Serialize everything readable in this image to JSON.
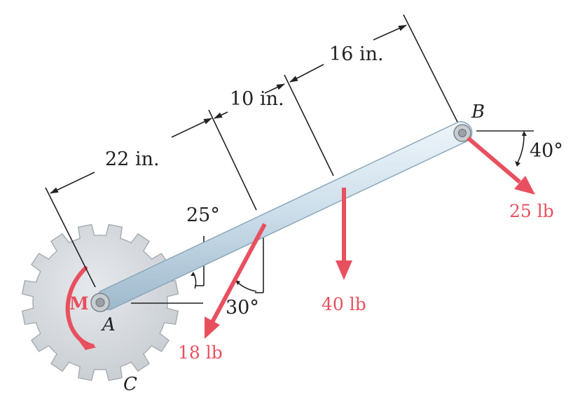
{
  "dimensions": {
    "seg1": "22 in.",
    "seg2": "10 in.",
    "seg3": "16 in."
  },
  "angles": {
    "a25": "25°",
    "a30": "30°",
    "a40": "40°"
  },
  "forces": {
    "f18": "18 lb",
    "f40": "40 lb",
    "f25": "25 lb"
  },
  "points": {
    "A": "A",
    "B": "B",
    "C": "C"
  },
  "moment_label": "M",
  "colors": {
    "force": "#e8505f",
    "bar_light": "#dbe9f2",
    "bar_dark": "#a9c3d6",
    "gear": "#d4d8dc",
    "gear_edge": "#a8aeb4",
    "line": "#222222"
  }
}
